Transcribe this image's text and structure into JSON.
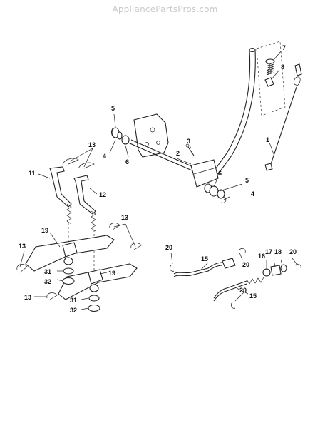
{
  "watermark": "AppliancePartsPros.com",
  "callouts": {
    "c1": "1",
    "c2": "2",
    "c3": "3",
    "c4a": "4",
    "c4b": "4",
    "c5a": "5",
    "c5b": "5",
    "c6a": "6",
    "c6b": "6",
    "c7": "7",
    "c8": "8",
    "c11": "11",
    "c12": "12",
    "c13a": "13",
    "c13b": "13",
    "c13c": "13",
    "c13d": "13",
    "c15a": "15",
    "c15b": "15",
    "c16": "16",
    "c17": "17",
    "c18": "18",
    "c19a": "19",
    "c19b": "19",
    "c20a": "20",
    "c20b": "20",
    "c20c": "20",
    "c20d": "20",
    "c31a": "31",
    "c31b": "31",
    "c32a": "32",
    "c32b": "32"
  }
}
